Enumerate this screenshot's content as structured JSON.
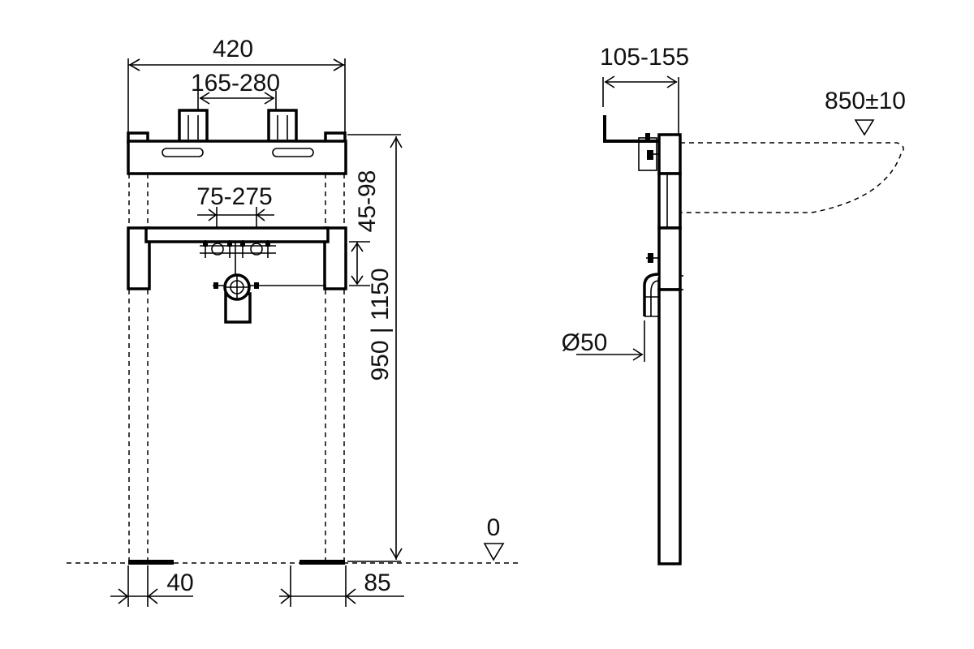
{
  "front_view": {
    "dimensions": {
      "overall_width": "420",
      "tap_spacing": "165-280",
      "supply_spacing": "75-275",
      "top_adjust": "45-98",
      "frame_height": "950 | 1150",
      "foot_left": "40",
      "foot_right": "85"
    },
    "floor_level": "0"
  },
  "side_view": {
    "dimensions": {
      "depth_adjust": "105-155",
      "basin_height": "850±10",
      "waste_diameter": "Ø50"
    }
  }
}
